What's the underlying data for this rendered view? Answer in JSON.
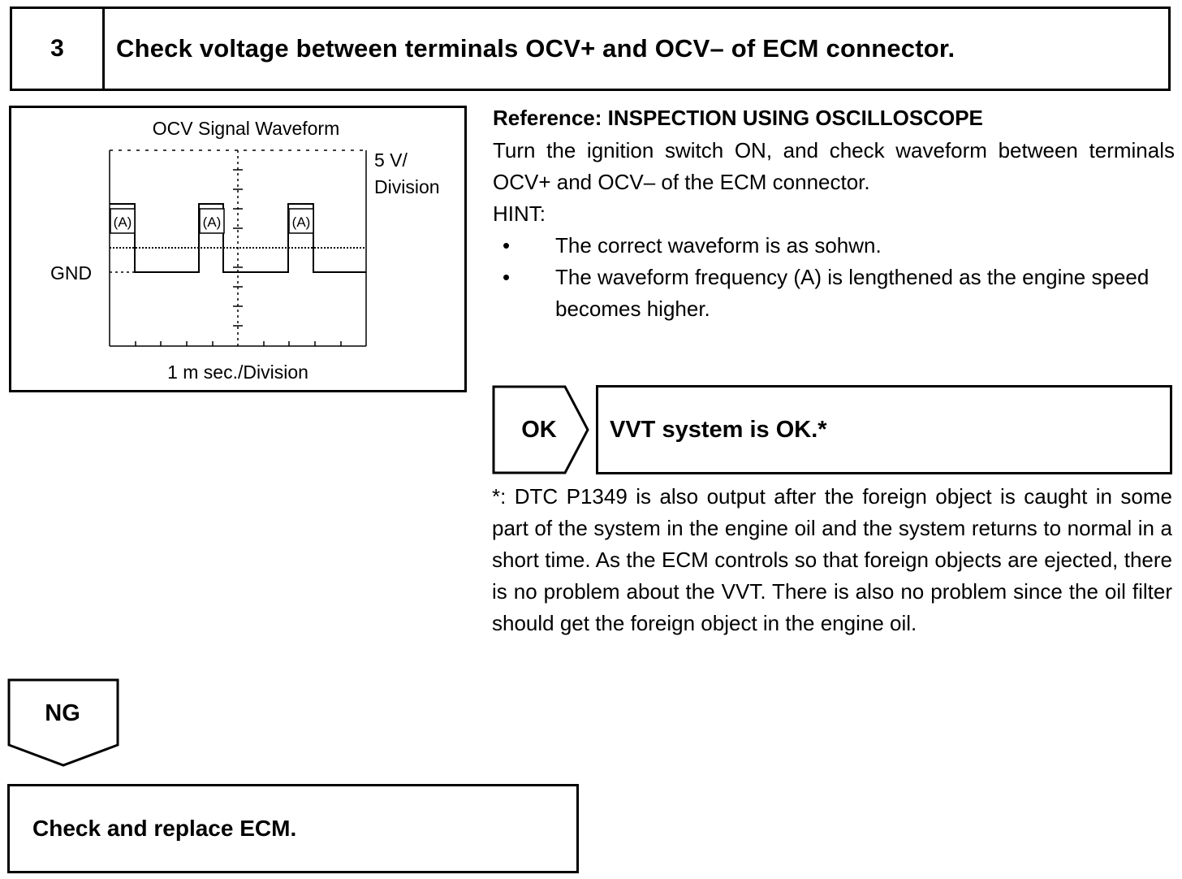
{
  "step": {
    "number": "3",
    "title": "Check voltage between terminals OCV+ and OCV– of ECM connector."
  },
  "waveform": {
    "title": "OCV Signal Waveform",
    "volt_div_line1": "5 V/",
    "volt_div_line2": "Division",
    "gnd_label": "GND",
    "time_div": "1 m sec./Division",
    "pulse_label": "(A)"
  },
  "reference": {
    "heading": "Reference: INSPECTION USING OSCILLOSCOPE",
    "paragraph": "Turn the ignition switch ON, and check waveform between terminals OCV+ and OCV– of the ECM connector.",
    "hint_label": "HINT:",
    "bullet": "•",
    "hints": [
      "The correct waveform is as sohwn.",
      "The waveform frequency (A) is lengthened as the engine speed becomes higher."
    ]
  },
  "ok": {
    "label": "OK",
    "result": "VVT system is OK.*"
  },
  "footnote": "*: DTC P1349 is also output after the foreign object is caught in some part of the system in the engine oil and the system returns to normal in a short time. As the ECM controls so that foreign objects are ejected, there is no problem about the VVT. There is also no problem since the oil filter should get the foreign object in the engine oil.",
  "ng": {
    "label": "NG",
    "action": "Check and replace ECM."
  }
}
